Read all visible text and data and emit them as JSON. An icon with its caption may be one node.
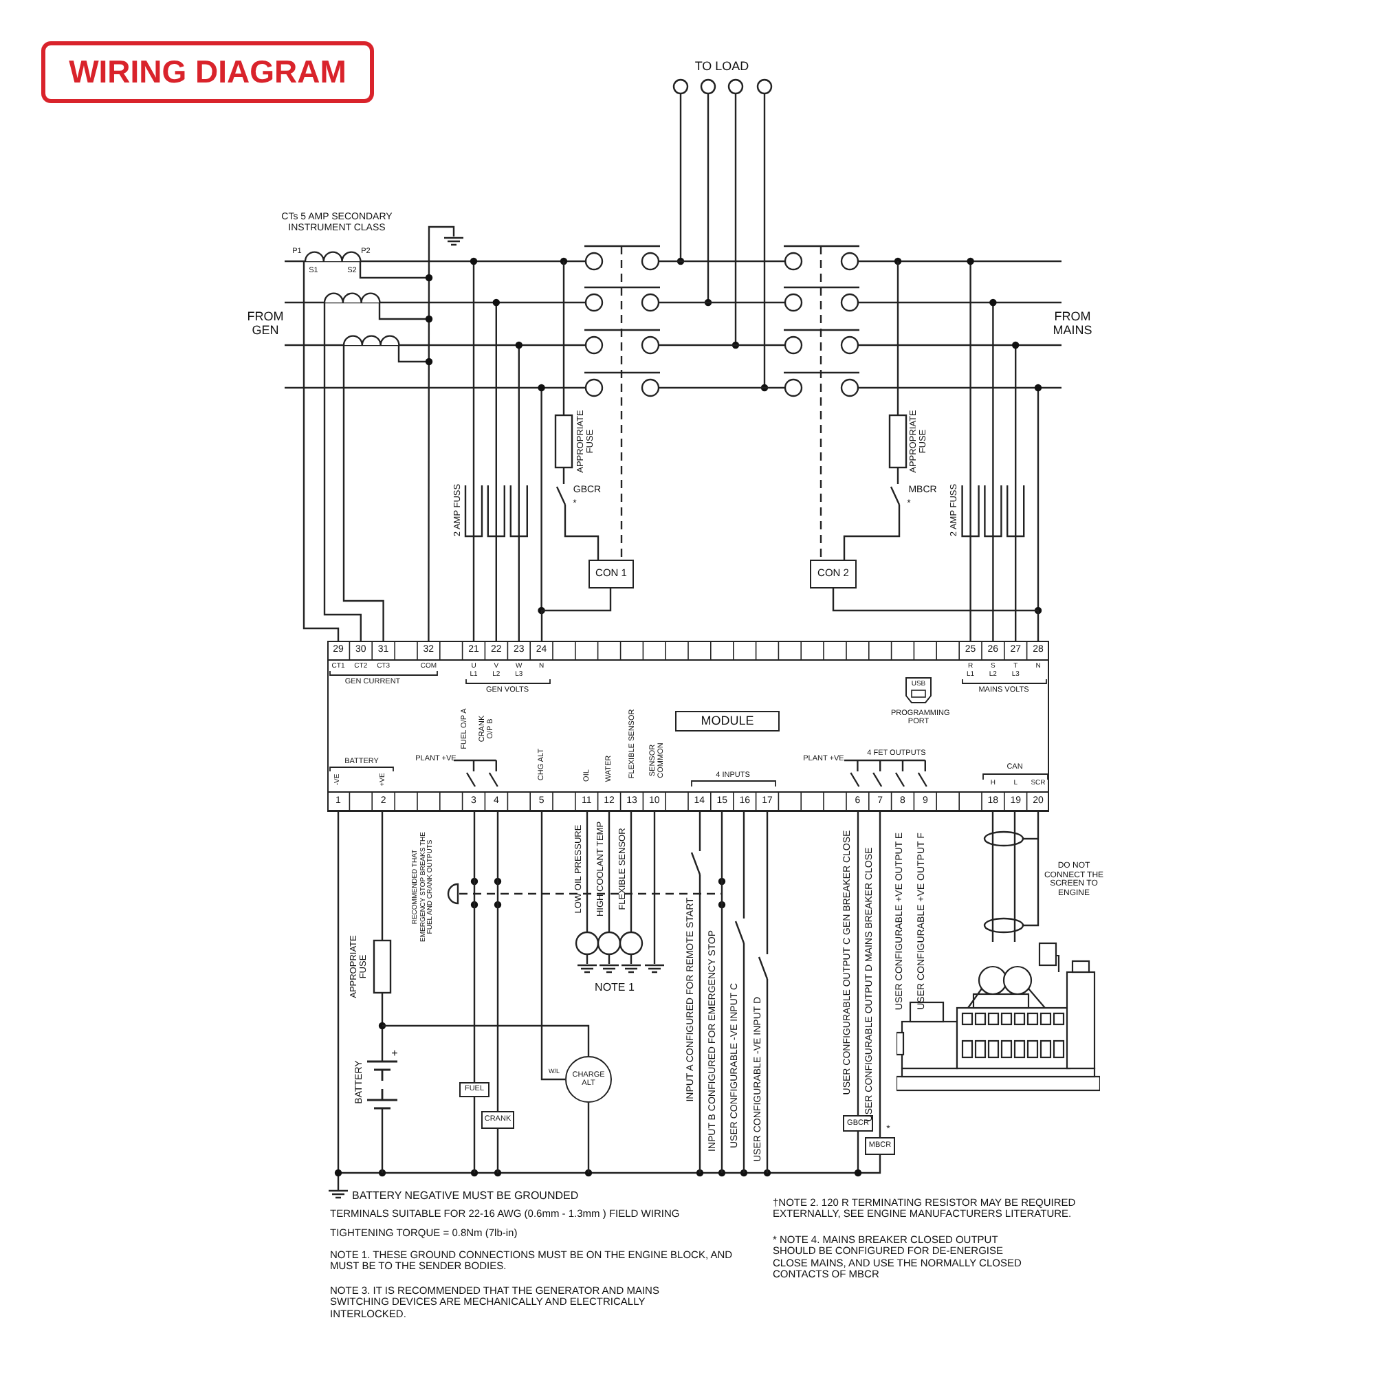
{
  "diagram": {
    "title": "WIRING DIAGRAM",
    "nodes": [
      {
        "text": [],
        "shape": "box"
      },
      {
        "text": [
          "MODULE"
        ],
        "in": 0
      },
      {
        "text": [
          "CON 1"
        ]
      },
      {
        "text": [
          "CON 2"
        ]
      },
      {
        "text": [
          "FUEL"
        ]
      },
      {
        "text": [
          "CRANK"
        ]
      },
      {
        "text": [
          "CHARGE ALT"
        ]
      },
      {
        "text": [
          "GBCR"
        ]
      },
      {
        "text": [
          "MBCR"
        ]
      },
      {
        "text": [],
        "shape": "picture"
      }
    ],
    "edges": [
      {
        "from": 2,
        "to": 0,
        "arrow": "none"
      },
      {
        "from": 3,
        "to": 0,
        "arrow": "none"
      },
      {
        "from": 4,
        "to": 0,
        "arrow": "none"
      },
      {
        "from": 5,
        "to": 0,
        "arrow": "none"
      },
      {
        "from": 6,
        "to": 0,
        "arrow": "none"
      },
      {
        "from": 7,
        "to": 0,
        "arrow": "none"
      },
      {
        "from": 8,
        "to": 0,
        "arrow": "none"
      },
      {
        "from": 7,
        "to": 8,
        "arrow": "none"
      },
      {
        "from": 9,
        "to": 0,
        "arrow": "none"
      },
      {
        "from": 9,
        "to": 0,
        "arrow": "none"
      }
    ],
    "labels": [
      "TO LOAD",
      "CTs 5 AMP SECONDARY INSTRUMENT CLASS",
      "P1",
      "P2",
      "S1",
      "S2",
      "FROM GEN",
      "FROM MAINS",
      "APPROPRIATE FUSE",
      "*",
      "GBCR",
      "2 AMP FUSS",
      "APPROPRIATE FUSE",
      "*",
      "MBCR",
      "2 AMP FUSS",
      "29",
      "30",
      "31",
      "32",
      "21",
      "22",
      "23",
      "24",
      "25",
      "26",
      "27",
      "28",
      "CT1",
      "CT2",
      "CT3",
      "COM",
      "GEN CURRENT",
      "U",
      "V",
      "W",
      "N",
      "L1",
      "L2",
      "L3",
      "GEN VOLTS",
      "R",
      "S",
      "T",
      "N",
      "L1",
      "L2",
      "L3",
      "MAINS VOLTS",
      "USB",
      "PROGRAMMING PORT",
      "BATTERY",
      "-VE",
      "+VE",
      "PLANT +VE",
      "FUEL O/P A",
      "CRANK O/P B",
      "CHG ALT",
      "OIL",
      "WATER",
      "FLEXIBLE SENSOR",
      "SENSOR COMMON",
      "4 INPUTS",
      "PLANT +VE",
      "4 FET OUTPUTS",
      "CAN",
      "H",
      "L",
      "SCR",
      "1",
      "2",
      "3",
      "4",
      "5",
      "11",
      "12",
      "13",
      "10",
      "14",
      "15",
      "16",
      "17",
      "6",
      "7",
      "8",
      "9",
      "18",
      "19",
      "20",
      "RECOMMENDED THAT EMERGENCY STOP BREAKS THE FUEL AND CRANK OUTPUTS",
      "APPROPRIATE FUSE",
      "LOW OIL PRESSURE",
      "HIGH COOLANT TEMP",
      "FLEXIBLE SENSOR",
      "NOTE 1",
      "BATTERY",
      "+",
      "W/L",
      "INPUT A CONFIGURED FOR REMOTE START",
      "INPUT B CONFIGURED FOR EMERGENCY STOP",
      "USER CONFIGURABLE -VE INPUT C",
      "USER CONFIGURABLE -VE INPUT D",
      "USER CONFIGURABLE OUTPUT C GEN BREAKER CLOSE",
      "USER CONFIGURABLE OUTPUT D MAINS BREAKER CLOSE",
      "USER CONFIGURABLE +VE OUTPUT E",
      "USER CONFIGURABLE +VE OUTPUT F",
      "DO NOT CONNECT THE SCREEN TO ENGINE",
      "*",
      "BATTERY NEGATIVE MUST BE GROUNDED",
      "TERMINALS SUITABLE FOR 22-16 AWG (0.6mm - 1.3mm ) FIELD WIRING",
      "TIGHTENING TORQUE = 0.8Nm (7lb-in)",
      "NOTE 1. THESE GROUND CONNECTIONS MUST BE ON THE ENGINE BLOCK, AND MUST BE TO THE SENDER BODIES.",
      "NOTE 3. IT IS RECOMMENDED THAT THE GENERATOR AND MAINS SWITCHING DEVICES ARE MECHANICALLY AND ELECTRICALLY INTERLOCKED.",
      "†NOTE 2. 120 R TERMINATING RESISTOR MAY BE REQUIRED EXTERNALLY, SEE ENGINE MANUFACTURERS LITERATURE.",
      "* NOTE 4. MAINS BREAKER CLOSED OUTPUT SHOULD BE CONFIGURED FOR DE-ENERGISE CLOSE MAINS, AND USE THE NORMALLY CLOSED CONTACTS OF MBCR"
    ]
  }
}
